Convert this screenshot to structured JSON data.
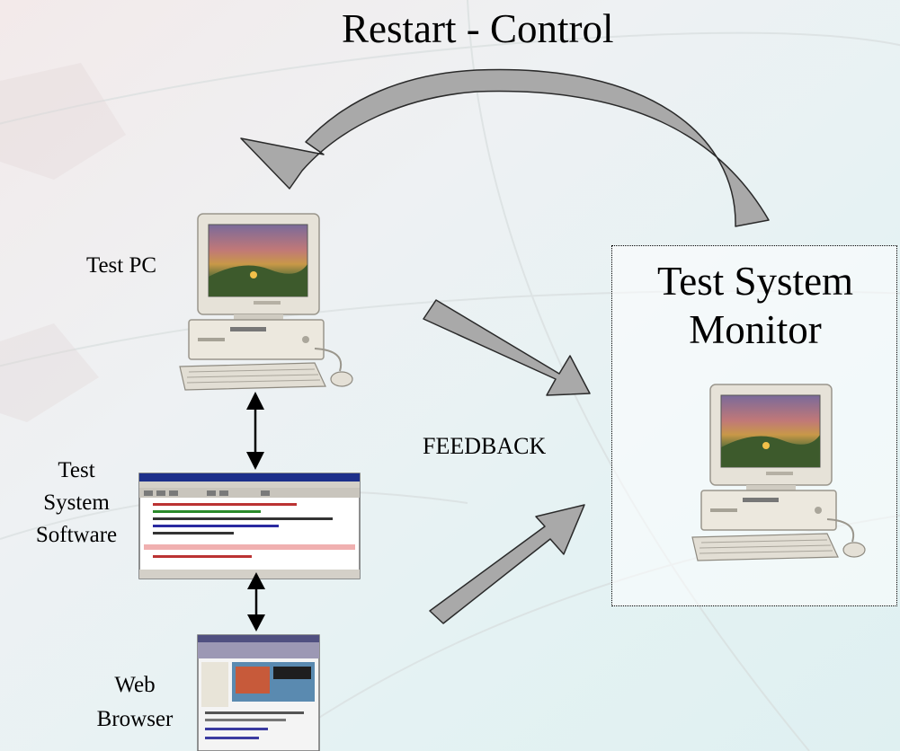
{
  "title": "Restart - Control",
  "test_pc_label": "Test PC",
  "software_label": [
    "Test",
    "System",
    "Software"
  ],
  "browser_label": [
    "Web",
    "Browser"
  ],
  "feedback_label": "FEEDBACK",
  "monitor_label": [
    "Test System",
    "Monitor"
  ],
  "colors": {
    "arrow_fill": "#a9a9a9",
    "arrow_stroke": "#2a2a2a",
    "box_border": "#000000"
  },
  "icons": [
    "computer-icon",
    "software-window-icon",
    "web-browser-icon",
    "double-arrow-icon",
    "curved-arrow-icon",
    "block-arrow-icon"
  ]
}
